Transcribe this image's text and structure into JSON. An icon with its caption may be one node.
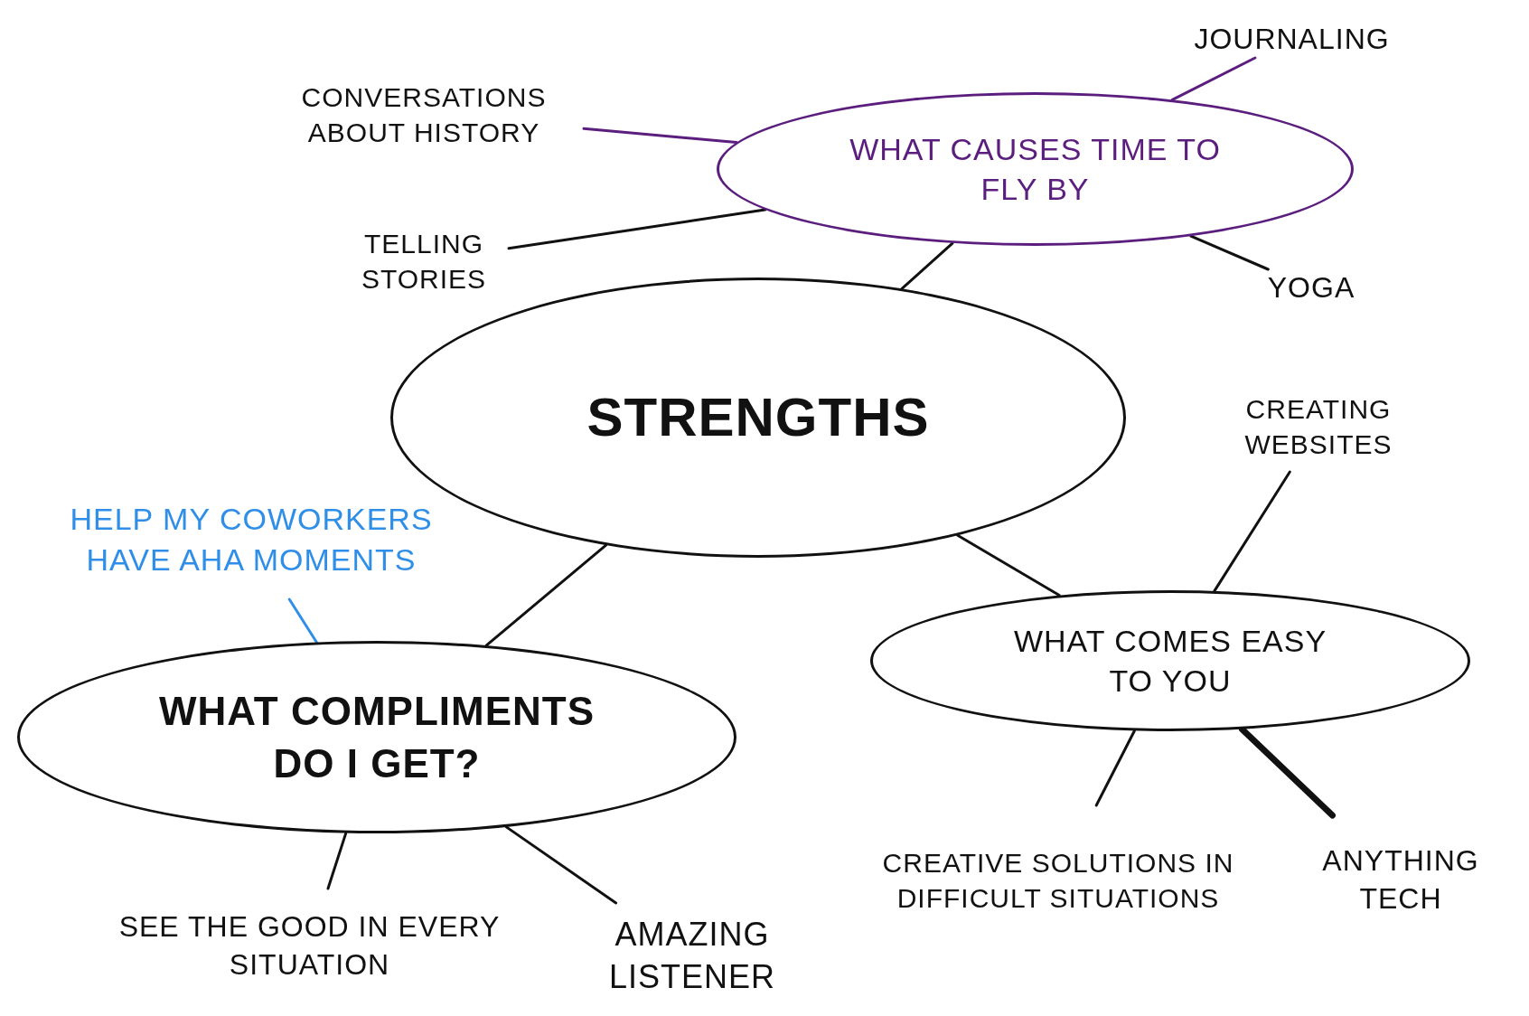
{
  "diagram": {
    "nodes": [
      {
        "text": [
          "STRENGTHS"
        ]
      },
      {
        "text": [
          "WHAT CAUSES TIME TO FLY BY"
        ]
      },
      {
        "text": [
          "CONVERSATIONS ABOUT HISTORY"
        ]
      },
      {
        "text": [
          "JOURNALING"
        ]
      },
      {
        "text": [
          "TELLING STORIES"
        ]
      },
      {
        "text": [
          "YOGA"
        ]
      },
      {
        "text": [
          "CREATING WEBSITES"
        ]
      },
      {
        "text": [
          "WHAT COMES EASY TO YOU"
        ]
      },
      {
        "text": [
          "CREATIVE SOLUTIONS IN DIFFICULT SITUATIONS"
        ]
      },
      {
        "text": [
          "ANYTHING TECH"
        ]
      },
      {
        "text": [
          "HELP MY COWORKERS HAVE AHA MOMENTS"
        ]
      },
      {
        "text": [
          "WHAT COMPLIMENTS DO I GET?"
        ]
      },
      {
        "text": [
          "SEE THE GOOD IN EVERY SITUATION"
        ]
      },
      {
        "text": [
          "AMAZING LISTENER"
        ]
      }
    ],
    "edges": [
      {
        "from": 0,
        "to": 1,
        "arrow": "none"
      },
      {
        "from": 1,
        "to": 2,
        "arrow": "none",
        "color": "#5b1e7e"
      },
      {
        "from": 1,
        "to": 3,
        "arrow": "none",
        "color": "#5b1e7e"
      },
      {
        "from": 1,
        "to": 4,
        "arrow": "none"
      },
      {
        "from": 1,
        "to": 5,
        "arrow": "none"
      },
      {
        "from": 0,
        "to": 7,
        "arrow": "none"
      },
      {
        "from": 7,
        "to": 6,
        "arrow": "none"
      },
      {
        "from": 7,
        "to": 8,
        "arrow": "none"
      },
      {
        "from": 7,
        "to": 9,
        "arrow": "none",
        "style": "thick"
      },
      {
        "from": 0,
        "to": 11,
        "arrow": "none"
      },
      {
        "from": 11,
        "to": 10,
        "arrow": "none",
        "color": "#2f8fe8"
      },
      {
        "from": 11,
        "to": 12,
        "arrow": "none"
      },
      {
        "from": 11,
        "to": 13,
        "arrow": "none"
      }
    ]
  }
}
